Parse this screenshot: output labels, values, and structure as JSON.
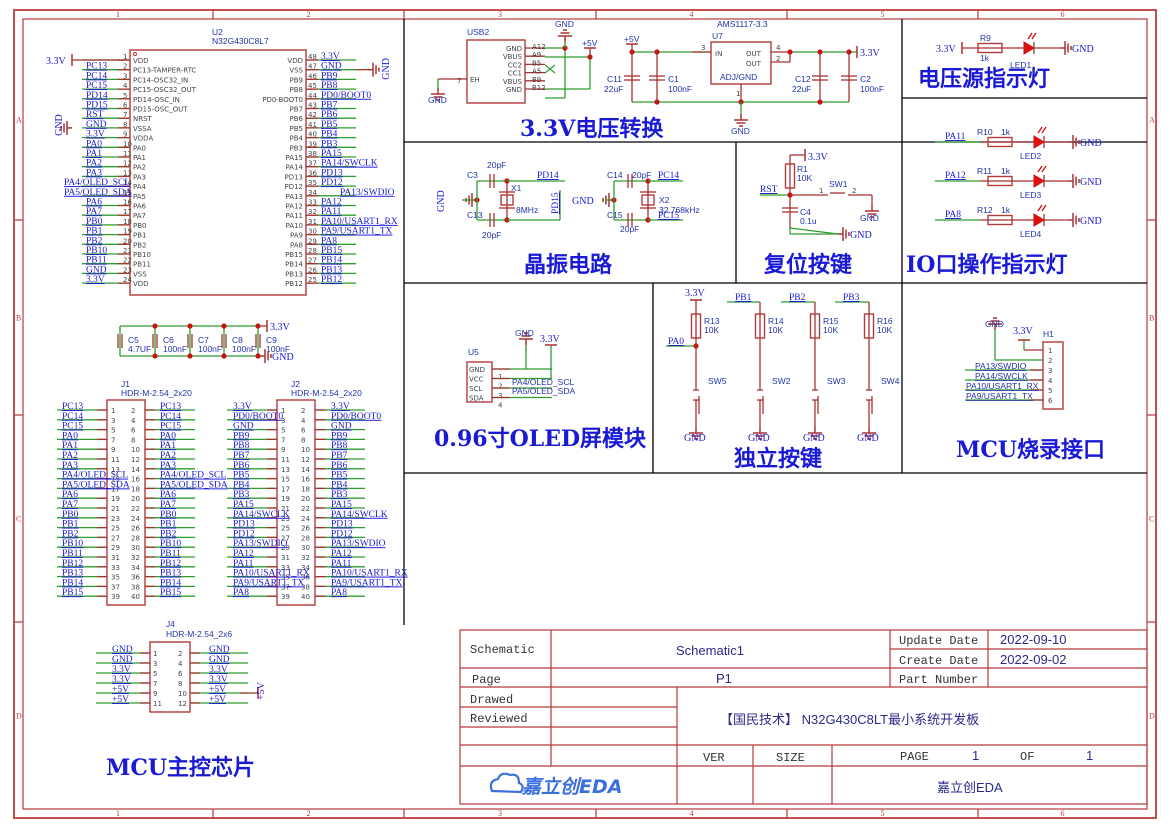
{
  "frame": {
    "columns": [
      "1",
      "2",
      "3",
      "4",
      "5",
      "6"
    ],
    "rows": [
      "A",
      "B",
      "C",
      "D"
    ]
  },
  "sections": {
    "mcu": "MCU主控芯片",
    "power": "3.3V电压转换",
    "power_led": "电压源指示灯",
    "crystal": "晶振电路",
    "reset": "复位按键",
    "io_led": "IO口操作指示灯",
    "oled": "0.96寸OLED屏模块",
    "keys": "独立按键",
    "prog": "MCU烧录接口"
  },
  "u2": {
    "ref": "U2",
    "part": "N32G430C8L7",
    "left_pins": [
      {
        "no": "1",
        "name": "VDD",
        "net": "3.3V"
      },
      {
        "no": "2",
        "name": "PC13-TAMPER-RTC",
        "net": "PC13"
      },
      {
        "no": "3",
        "name": "PC14-OSC32_IN",
        "net": "PC14"
      },
      {
        "no": "4",
        "name": "PC15-OSC32_OUT",
        "net": "PC15"
      },
      {
        "no": "5",
        "name": "PD14-OSC_IN",
        "net": "PD14"
      },
      {
        "no": "6",
        "name": "PD15-OSC_OUT",
        "net": "PD15"
      },
      {
        "no": "7",
        "name": "NRST",
        "net": "RST"
      },
      {
        "no": "8",
        "name": "VSSA",
        "net": "GND"
      },
      {
        "no": "9",
        "name": "VDDA",
        "net": "3.3V"
      },
      {
        "no": "10",
        "name": "PA0",
        "net": "PA0"
      },
      {
        "no": "11",
        "name": "PA1",
        "net": "PA1"
      },
      {
        "no": "12",
        "name": "PA2",
        "net": "PA2"
      },
      {
        "no": "13",
        "name": "PA3",
        "net": "PA3"
      },
      {
        "no": "14",
        "name": "PA4",
        "net": "PA4/OLED_SCL"
      },
      {
        "no": "15",
        "name": "PA5",
        "net": "PA5/OLED_SDA"
      },
      {
        "no": "16",
        "name": "PA6",
        "net": "PA6"
      },
      {
        "no": "17",
        "name": "PA7",
        "net": "PA7"
      },
      {
        "no": "18",
        "name": "PB0",
        "net": "PB0"
      },
      {
        "no": "19",
        "name": "PB1",
        "net": "PB1"
      },
      {
        "no": "20",
        "name": "PB2",
        "net": "PB2"
      },
      {
        "no": "21",
        "name": "PB10",
        "net": "PB10"
      },
      {
        "no": "22",
        "name": "PB11",
        "net": "PB11"
      },
      {
        "no": "23",
        "name": "VSS",
        "net": "GND"
      },
      {
        "no": "24",
        "name": "VDD",
        "net": "3.3V"
      }
    ],
    "right_pins": [
      {
        "no": "48",
        "name": "VDD",
        "net": "3.3V"
      },
      {
        "no": "47",
        "name": "VSS",
        "net": "GND"
      },
      {
        "no": "46",
        "name": "PB9",
        "net": "PB9"
      },
      {
        "no": "45",
        "name": "PB8",
        "net": "PB8"
      },
      {
        "no": "44",
        "name": "PD0-BOOT0",
        "net": "PD0/BOOT0"
      },
      {
        "no": "43",
        "name": "PB7",
        "net": "PB7"
      },
      {
        "no": "42",
        "name": "PB6",
        "net": "PB6"
      },
      {
        "no": "41",
        "name": "PB5",
        "net": "PB5"
      },
      {
        "no": "40",
        "name": "PB4",
        "net": "PB4"
      },
      {
        "no": "39",
        "name": "PB3",
        "net": "PB3"
      },
      {
        "no": "38",
        "name": "PA15",
        "net": "PA15"
      },
      {
        "no": "37",
        "name": "PA14",
        "net": "PA14/SWCLK"
      },
      {
        "no": "36",
        "name": "PD13",
        "net": "PD13"
      },
      {
        "no": "35",
        "name": "PD12",
        "net": "PD12"
      },
      {
        "no": "34",
        "name": "PA13",
        "net": "PA13/SWDIO"
      },
      {
        "no": "33",
        "name": "PA12",
        "net": "PA12"
      },
      {
        "no": "32",
        "name": "PA11",
        "net": "PA11"
      },
      {
        "no": "31",
        "name": "PA10",
        "net": "PA10/USART1_RX"
      },
      {
        "no": "30",
        "name": "PA9",
        "net": "PA9/USART1_TX"
      },
      {
        "no": "29",
        "name": "PA8",
        "net": "PA8"
      },
      {
        "no": "28",
        "name": "PB15",
        "net": "PB15"
      },
      {
        "no": "27",
        "name": "PB14",
        "net": "PB14"
      },
      {
        "no": "26",
        "name": "PB13",
        "net": "PB13"
      },
      {
        "no": "25",
        "name": "PB12",
        "net": "PB12"
      }
    ],
    "gnd_label": "GND",
    "gnd_right_label": "GND",
    "vcc_label": "3.3V"
  },
  "decoupling": {
    "caps": [
      {
        "ref": "C5",
        "val": "4.7UF"
      },
      {
        "ref": "C6",
        "val": "100nF"
      },
      {
        "ref": "C7",
        "val": "100nF"
      },
      {
        "ref": "C8",
        "val": "100nF"
      },
      {
        "ref": "C9",
        "val": "100nF"
      }
    ],
    "vcc": "3.3V",
    "gnd": "GND"
  },
  "j1": {
    "ref": "J1",
    "part": "HDR-M-2.54_2x20",
    "nets": [
      "PC13",
      "PC14",
      "PC15",
      "PA0",
      "PA1",
      "PA2",
      "PA3",
      "PA4/OLED_SCL",
      "PA5/OLED_SDA",
      "PA6",
      "PA7",
      "PB0",
      "PB1",
      "PB2",
      "PB10",
      "PB11",
      "PB12",
      "PB13",
      "PB14",
      "PB15"
    ]
  },
  "j2": {
    "ref": "J2",
    "part": "HDR-M-2.54_2x20",
    "nets": [
      "3.3V",
      "PD0/BOOT0",
      "GND",
      "PB9",
      "PB8",
      "PB7",
      "PB6",
      "PB5",
      "PB4",
      "PB3",
      "PA15",
      "PA14/SWCLK",
      "PD13",
      "PD12",
      "PA13/SWDIO",
      "PA12",
      "PA11",
      "PA10/USART1_RX",
      "PA9/USART1_TX",
      "PA8"
    ]
  },
  "j4": {
    "ref": "J4",
    "part": "HDR-M-2.54_2x6",
    "nets": [
      "GND",
      "GND",
      "3.3V",
      "3.3V",
      "+5V",
      "+5V"
    ],
    "pwr": "+5V"
  },
  "usb": {
    "ref": "USB2",
    "pins": [
      {
        "name": "GND",
        "no": "A12"
      },
      {
        "name": "VBUS",
        "no": "A9"
      },
      {
        "name": "CC2",
        "no": "B5"
      },
      {
        "name": "CC1",
        "no": "A5"
      },
      {
        "name": "VBUS",
        "no": "B9"
      },
      {
        "name": "GND",
        "no": "B12"
      }
    ],
    "eh": "EH",
    "eh_no": "7",
    "gnd": "GND",
    "gnd_top": "GND",
    "vbus_net": "+5V"
  },
  "ldo": {
    "ref": "U7",
    "part": "AMS1117-3.3",
    "in": "IN",
    "out": "OUT",
    "adj": "ADJ/GND",
    "pin_in": "3",
    "pin_out1": "4",
    "pin_out2": "2",
    "pin_gnd": "1",
    "vin": "+5V",
    "vout": "3.3V",
    "gnd": "GND",
    "caps": [
      {
        "ref": "C11",
        "val": "22uF"
      },
      {
        "ref": "C1",
        "val": "100nF"
      },
      {
        "ref": "C12",
        "val": "22uF"
      },
      {
        "ref": "C2",
        "val": "100nF"
      }
    ]
  },
  "power_led": {
    "vcc": "3.3V",
    "r": "R9",
    "rval": "1k",
    "led": "LED1",
    "gnd": "GND"
  },
  "io_leds": [
    {
      "net": "PA11",
      "r": "R10",
      "rval": "1k",
      "led": "LED2",
      "gnd": "GND"
    },
    {
      "net": "PA12",
      "r": "R11",
      "rval": "1k",
      "led": "LED3",
      "gnd": "GND"
    },
    {
      "net": "PA8",
      "r": "R12",
      "rval": "1k",
      "led": "LED4",
      "gnd": "GND"
    }
  ],
  "crystal": {
    "x1": {
      "ref": "X1",
      "val": "8MHz",
      "c_top": "C3",
      "c_top_val": "20pF",
      "c_bot": "C13",
      "c_bot_val": "20pF",
      "net_top": "PD14",
      "net_bot": "PD15",
      "gnd": "GND"
    },
    "x2": {
      "ref": "X2",
      "val": "32.768kHz",
      "c_top": "C14",
      "c_top_val": "20pF",
      "c_bot": "C15",
      "c_bot_val": "20pF",
      "net_top": "PC14",
      "net_bot": "PC15",
      "gnd": "GND"
    }
  },
  "reset": {
    "vcc": "3.3V",
    "r": "R1",
    "rval": "10K",
    "net": "RST",
    "sw": "SW1",
    "p1": "1",
    "p2": "2",
    "c": "C4",
    "cval": "0.1u",
    "gnd": "GND"
  },
  "oled": {
    "ref": "U5",
    "pins": [
      "GND",
      "VCC",
      "SCL",
      "SDA"
    ],
    "nos": [
      "1",
      "2",
      "3",
      "4"
    ],
    "gnd": "GND",
    "vcc": "3.3V",
    "scl": "PA4/OLED_SCL",
    "sda": "PA5/OLED_SDA"
  },
  "keys": {
    "vcc": "3.3V",
    "items": [
      {
        "net": "PA0",
        "r": "R13",
        "rval": "10K",
        "sw": "SW5",
        "gnd": "GND"
      },
      {
        "net": "PB1",
        "r": "R14",
        "rval": "10K",
        "sw": "SW2",
        "gnd": "GND"
      },
      {
        "net": "PB2",
        "r": "R15",
        "rval": "10K",
        "sw": "SW3",
        "gnd": "GND"
      },
      {
        "net": "PB3",
        "r": "R16",
        "rval": "10K",
        "sw": "SW4",
        "gnd": "GND"
      }
    ]
  },
  "h1": {
    "ref": "H1",
    "gnd": "GND",
    "vcc": "3.3V",
    "nets": [
      "PA13/SWDIO",
      "PA14/SWCLK",
      "PA10/USART1_RX",
      "PA9/USART1_TX"
    ],
    "nos": [
      "1",
      "2",
      "3",
      "4",
      "5",
      "6"
    ]
  },
  "titleblock": {
    "schematic_label": "Schematic",
    "schematic_value": "Schematic1",
    "page_label": "Page",
    "page_value": "P1",
    "drawed_label": "Drawed",
    "reviewed_label": "Reviewed",
    "update_label": "Update Date",
    "update_value": "2022-09-10",
    "create_label": "Create Date",
    "create_value": "2022-09-02",
    "part_label": "Part Number",
    "part_value": "",
    "project_title": "【国民技术】 N32G430C8LT最小系统开发板",
    "ver_label": "VER",
    "size_label": "SIZE",
    "page_of_label": "PAGE",
    "page_no": "1",
    "of_label": "OF",
    "page_total": "1",
    "logo": "嘉立创EDA",
    "company": "嘉立创EDA"
  }
}
